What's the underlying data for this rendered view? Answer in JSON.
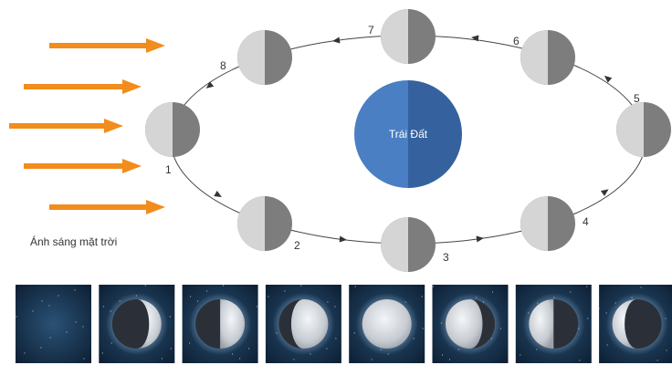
{
  "sunlight_label": "Ánh sáng mặt trời",
  "earth": {
    "label": "Trái Đất",
    "color_light": "#4a7fc4",
    "color_dark": "#35629f"
  },
  "moon_colors": {
    "lit": "#d5d5d5",
    "dark": "#7d7d7d"
  },
  "ray_color": "#f28c1c",
  "positions": [
    {
      "number": "1"
    },
    {
      "number": "2"
    },
    {
      "number": "3"
    },
    {
      "number": "4"
    },
    {
      "number": "5"
    },
    {
      "number": "6"
    },
    {
      "number": "7"
    },
    {
      "number": "8"
    }
  ],
  "phase_photos": [
    {
      "phase": "new-moon",
      "lit_fraction": 0.0,
      "lit_side": "none"
    },
    {
      "phase": "waxing-crescent",
      "lit_fraction": 0.25,
      "lit_side": "right"
    },
    {
      "phase": "first-quarter",
      "lit_fraction": 0.5,
      "lit_side": "right"
    },
    {
      "phase": "waxing-gibbous",
      "lit_fraction": 0.75,
      "lit_side": "right"
    },
    {
      "phase": "full-moon",
      "lit_fraction": 1.0,
      "lit_side": "full"
    },
    {
      "phase": "waning-gibbous",
      "lit_fraction": 0.75,
      "lit_side": "left"
    },
    {
      "phase": "last-quarter",
      "lit_fraction": 0.5,
      "lit_side": "left"
    },
    {
      "phase": "waning-crescent",
      "lit_fraction": 0.25,
      "lit_side": "left"
    }
  ]
}
